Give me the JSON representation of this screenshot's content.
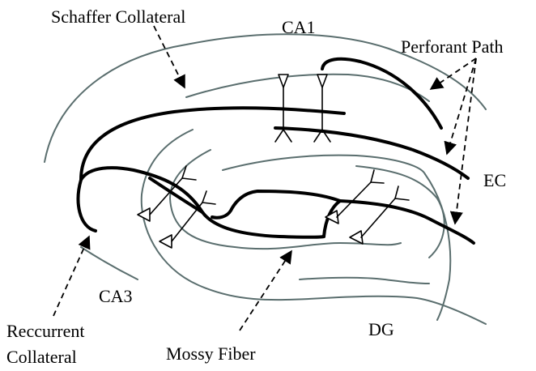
{
  "labels": {
    "schaffer": "Schaffer Collateral",
    "ca1": "CA1",
    "perforant": "Perforant Path",
    "ec": "EC",
    "ca3": "CA3",
    "dg": "DG",
    "recurrent_line1": "Reccurrent",
    "recurrent_line2": "Collateral",
    "mossy": "Mossy Fiber"
  },
  "colors": {
    "layer_outline": "#5a6e6e",
    "fiber": "#000000",
    "background": "#ffffff"
  }
}
